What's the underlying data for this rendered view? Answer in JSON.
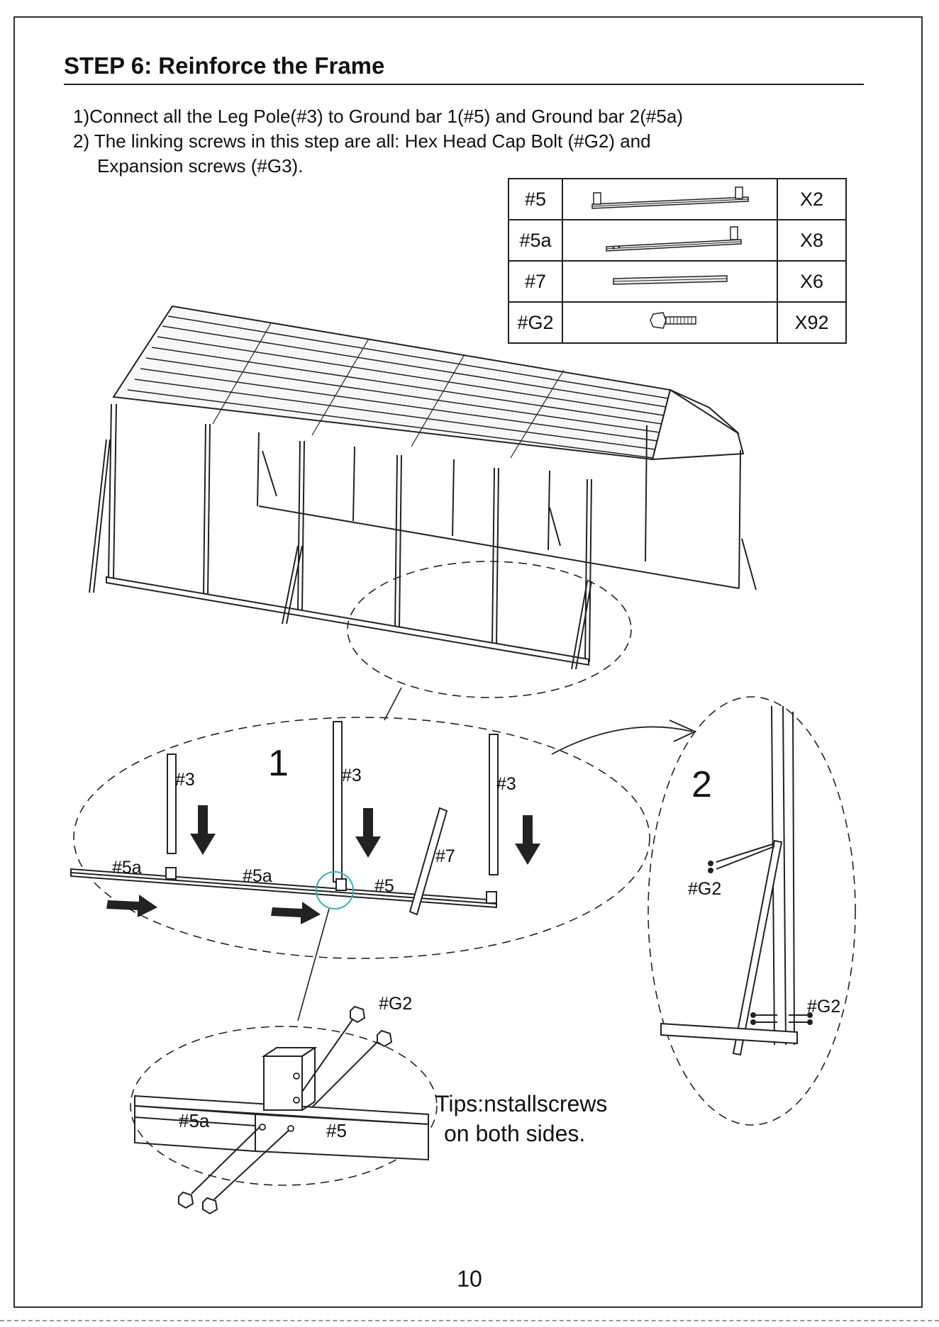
{
  "step": {
    "title": "STEP 6:  Reinforce the Frame",
    "instructions": [
      "1)Connect all the  Leg Pole(#3) to Ground bar 1(#5)   and Ground bar 2(#5a)",
      "2) The linking screws in this step are all: Hex Head Cap Bolt (#G2) and",
      "Expansion screws (#G3)."
    ]
  },
  "parts": [
    {
      "code": "#5",
      "icon": "ground-bar-icon",
      "qty": "X2"
    },
    {
      "code": "#5a",
      "icon": "ground-bar-icon",
      "qty": "X8"
    },
    {
      "code": "#7",
      "icon": "brace-bar-icon",
      "qty": "X6"
    },
    {
      "code": "#G2",
      "icon": "hex-bolt-icon",
      "qty": "X92"
    }
  ],
  "detail_1": {
    "number": "1",
    "labels": {
      "pole_a": "#3",
      "pole_b": "#3",
      "pole_c": "#3",
      "bar_a": "#5a",
      "bar_b": "#5a",
      "bar_c": "#5",
      "brace": "#7"
    }
  },
  "detail_2": {
    "number": "2",
    "labels": {
      "bolt_top": "#G2",
      "bolt_bottom": "#G2"
    }
  },
  "detail_zoom": {
    "labels": {
      "bolt": "#G2",
      "bar_a": "#5a",
      "bar_b": "#5"
    },
    "tip_line1": "Tips:nstallscrews",
    "tip_line2": "on both sides."
  },
  "page_number": "10"
}
